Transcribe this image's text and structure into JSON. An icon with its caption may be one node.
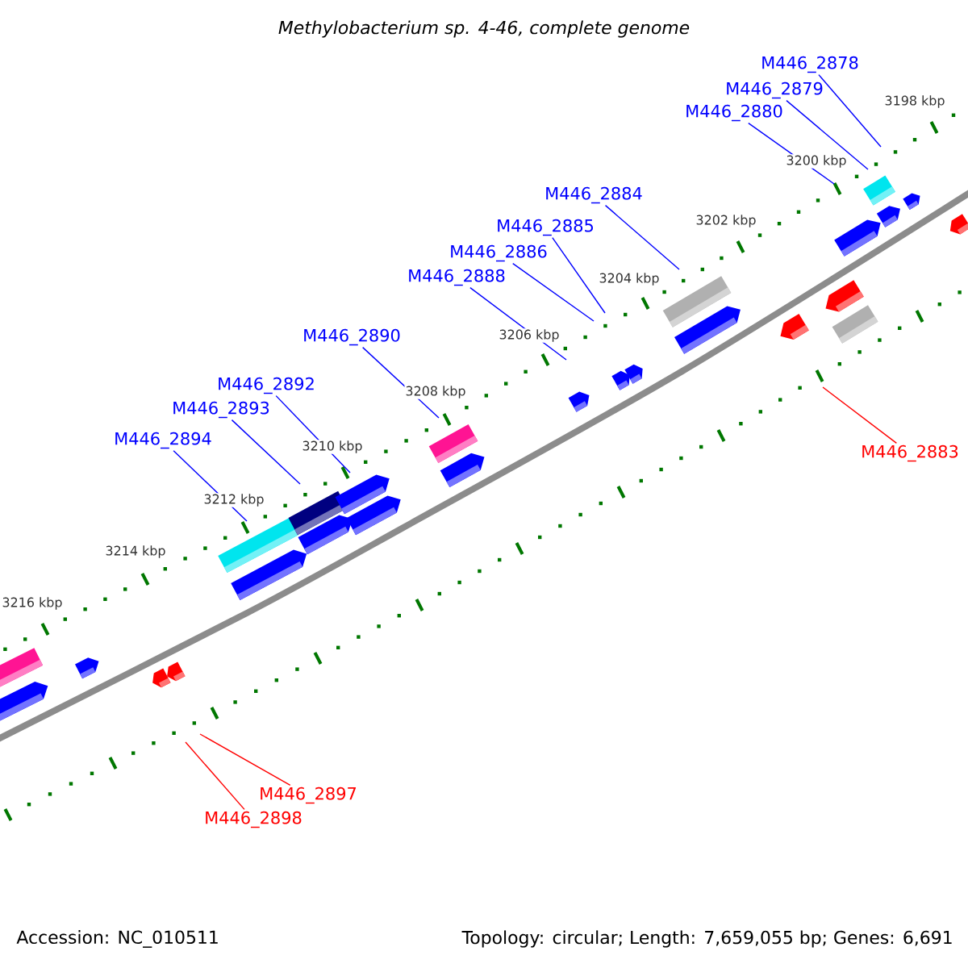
{
  "diagram": {
    "title": "Methylobacterium sp. 4-46, complete genome",
    "nodes": [
      {
        "text": [
          "M446_2878"
        ]
      },
      {
        "text": [
          "M446_2879"
        ]
      },
      {
        "text": [
          "M446_2880"
        ]
      },
      {
        "text": [
          "M446_2884"
        ]
      },
      {
        "text": [
          "M446_2885"
        ]
      },
      {
        "text": [
          "M446_2886"
        ]
      },
      {
        "text": [
          "M446_2888"
        ]
      },
      {
        "text": [
          "M446_2890"
        ]
      },
      {
        "text": [
          "M446_2892"
        ]
      },
      {
        "text": [
          "M446_2893"
        ]
      },
      {
        "text": [
          "M446_2894"
        ]
      },
      {
        "text": [
          "M446_2883"
        ]
      },
      {
        "text": [
          "M446_2897"
        ]
      },
      {
        "text": [
          "M446_2898"
        ]
      }
    ],
    "edges": [
      {
        "from": 0,
        "to": null,
        "arrow": "none"
      },
      {
        "from": 1,
        "to": null,
        "arrow": "none"
      },
      {
        "from": 2,
        "to": null,
        "arrow": "none"
      },
      {
        "from": 3,
        "to": null,
        "arrow": "none"
      },
      {
        "from": 4,
        "to": null,
        "arrow": "none"
      },
      {
        "from": 5,
        "to": null,
        "arrow": "none"
      },
      {
        "from": 6,
        "to": null,
        "arrow": "none"
      },
      {
        "from": 7,
        "to": null,
        "arrow": "none"
      },
      {
        "from": 8,
        "to": null,
        "arrow": "none"
      },
      {
        "from": 9,
        "to": null,
        "arrow": "none"
      },
      {
        "from": 10,
        "to": null,
        "arrow": "none"
      },
      {
        "from": 11,
        "to": null,
        "arrow": "none",
        "color": "#ff0000"
      },
      {
        "from": 12,
        "to": null,
        "arrow": "none",
        "color": "#ff0000"
      },
      {
        "from": 13,
        "to": null,
        "arrow": "none",
        "color": "#ff0000"
      }
    ],
    "labels": [
      "3198 kbp",
      "3200 kbp",
      "3202 kbp",
      "3204 kbp",
      "3206 kbp",
      "3208 kbp",
      "3210 kbp",
      "3212 kbp",
      "3214 kbp",
      "3216 kbp",
      "Accession: NC_010511",
      "Topology: circular; Length: 7,659,055 bp; Genes: 6,691"
    ]
  }
}
